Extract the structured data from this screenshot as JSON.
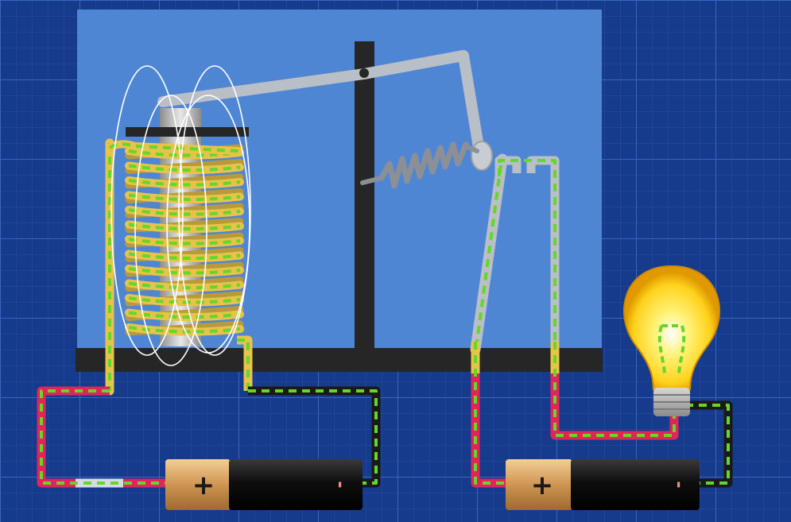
{
  "diagram": {
    "type": "electromagnetic-relay-circuit",
    "colors": {
      "blueprint_bg": "#163a8c",
      "grid_line": "#2f5bb5",
      "panel": "#4f86d4",
      "frame": "#262626",
      "armature": "#b9bfc6",
      "wire_positive": "#e2245a",
      "wire_negative": "#1a1a1a",
      "wire_coil": "#e8c34a",
      "current_dash": "#66d62a",
      "battery_positive_cap": "#d4a05c",
      "battery_body": "#111111",
      "bulb_glow": "#ffe23a"
    },
    "batteries": [
      {
        "id": "control-battery",
        "positive_label": "+",
        "negative_label": "-"
      },
      {
        "id": "load-battery",
        "positive_label": "+",
        "negative_label": "-"
      }
    ],
    "components": [
      "electromagnet-coil",
      "magnetic-field-lines",
      "iron-core",
      "pivot-armature",
      "return-spring",
      "switch-contacts",
      "light-bulb"
    ]
  }
}
